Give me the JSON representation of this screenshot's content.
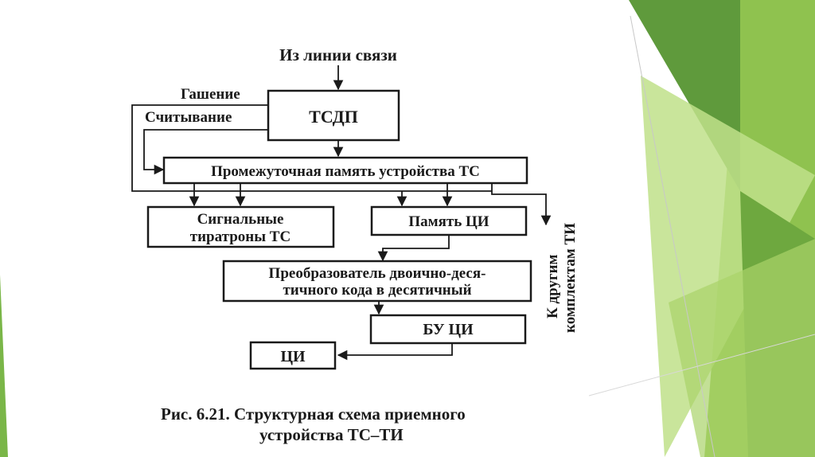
{
  "diagram": {
    "input_label": "Из линии связи",
    "quench_label": "Гашение",
    "read_label": "Считывание",
    "tsdp": "ТСДП",
    "buffer": "Промежуточная память устройства ТС",
    "thyratrons_line1": "Сигнальные",
    "thyratrons_line2": "тиратроны ТС",
    "memory_ci": "Память ЦИ",
    "converter_line1": "Преобразователь двоично-деся-",
    "converter_line2": "тичного кода в десятичный",
    "bu_ci": "БУ ЦИ",
    "ci": "ЦИ",
    "side_line1": "К другим",
    "side_line2": "комплектам ТИ"
  },
  "caption": {
    "line1": "Рис. 6.21. Структурная схема приемного",
    "line2": "устройства ТС–ТИ"
  },
  "colors": {
    "accent_dark": "#5f9a3c",
    "accent_mid": "#7ab648",
    "accent_light": "#a9d36a",
    "accent_pale": "#cfe5a8"
  }
}
